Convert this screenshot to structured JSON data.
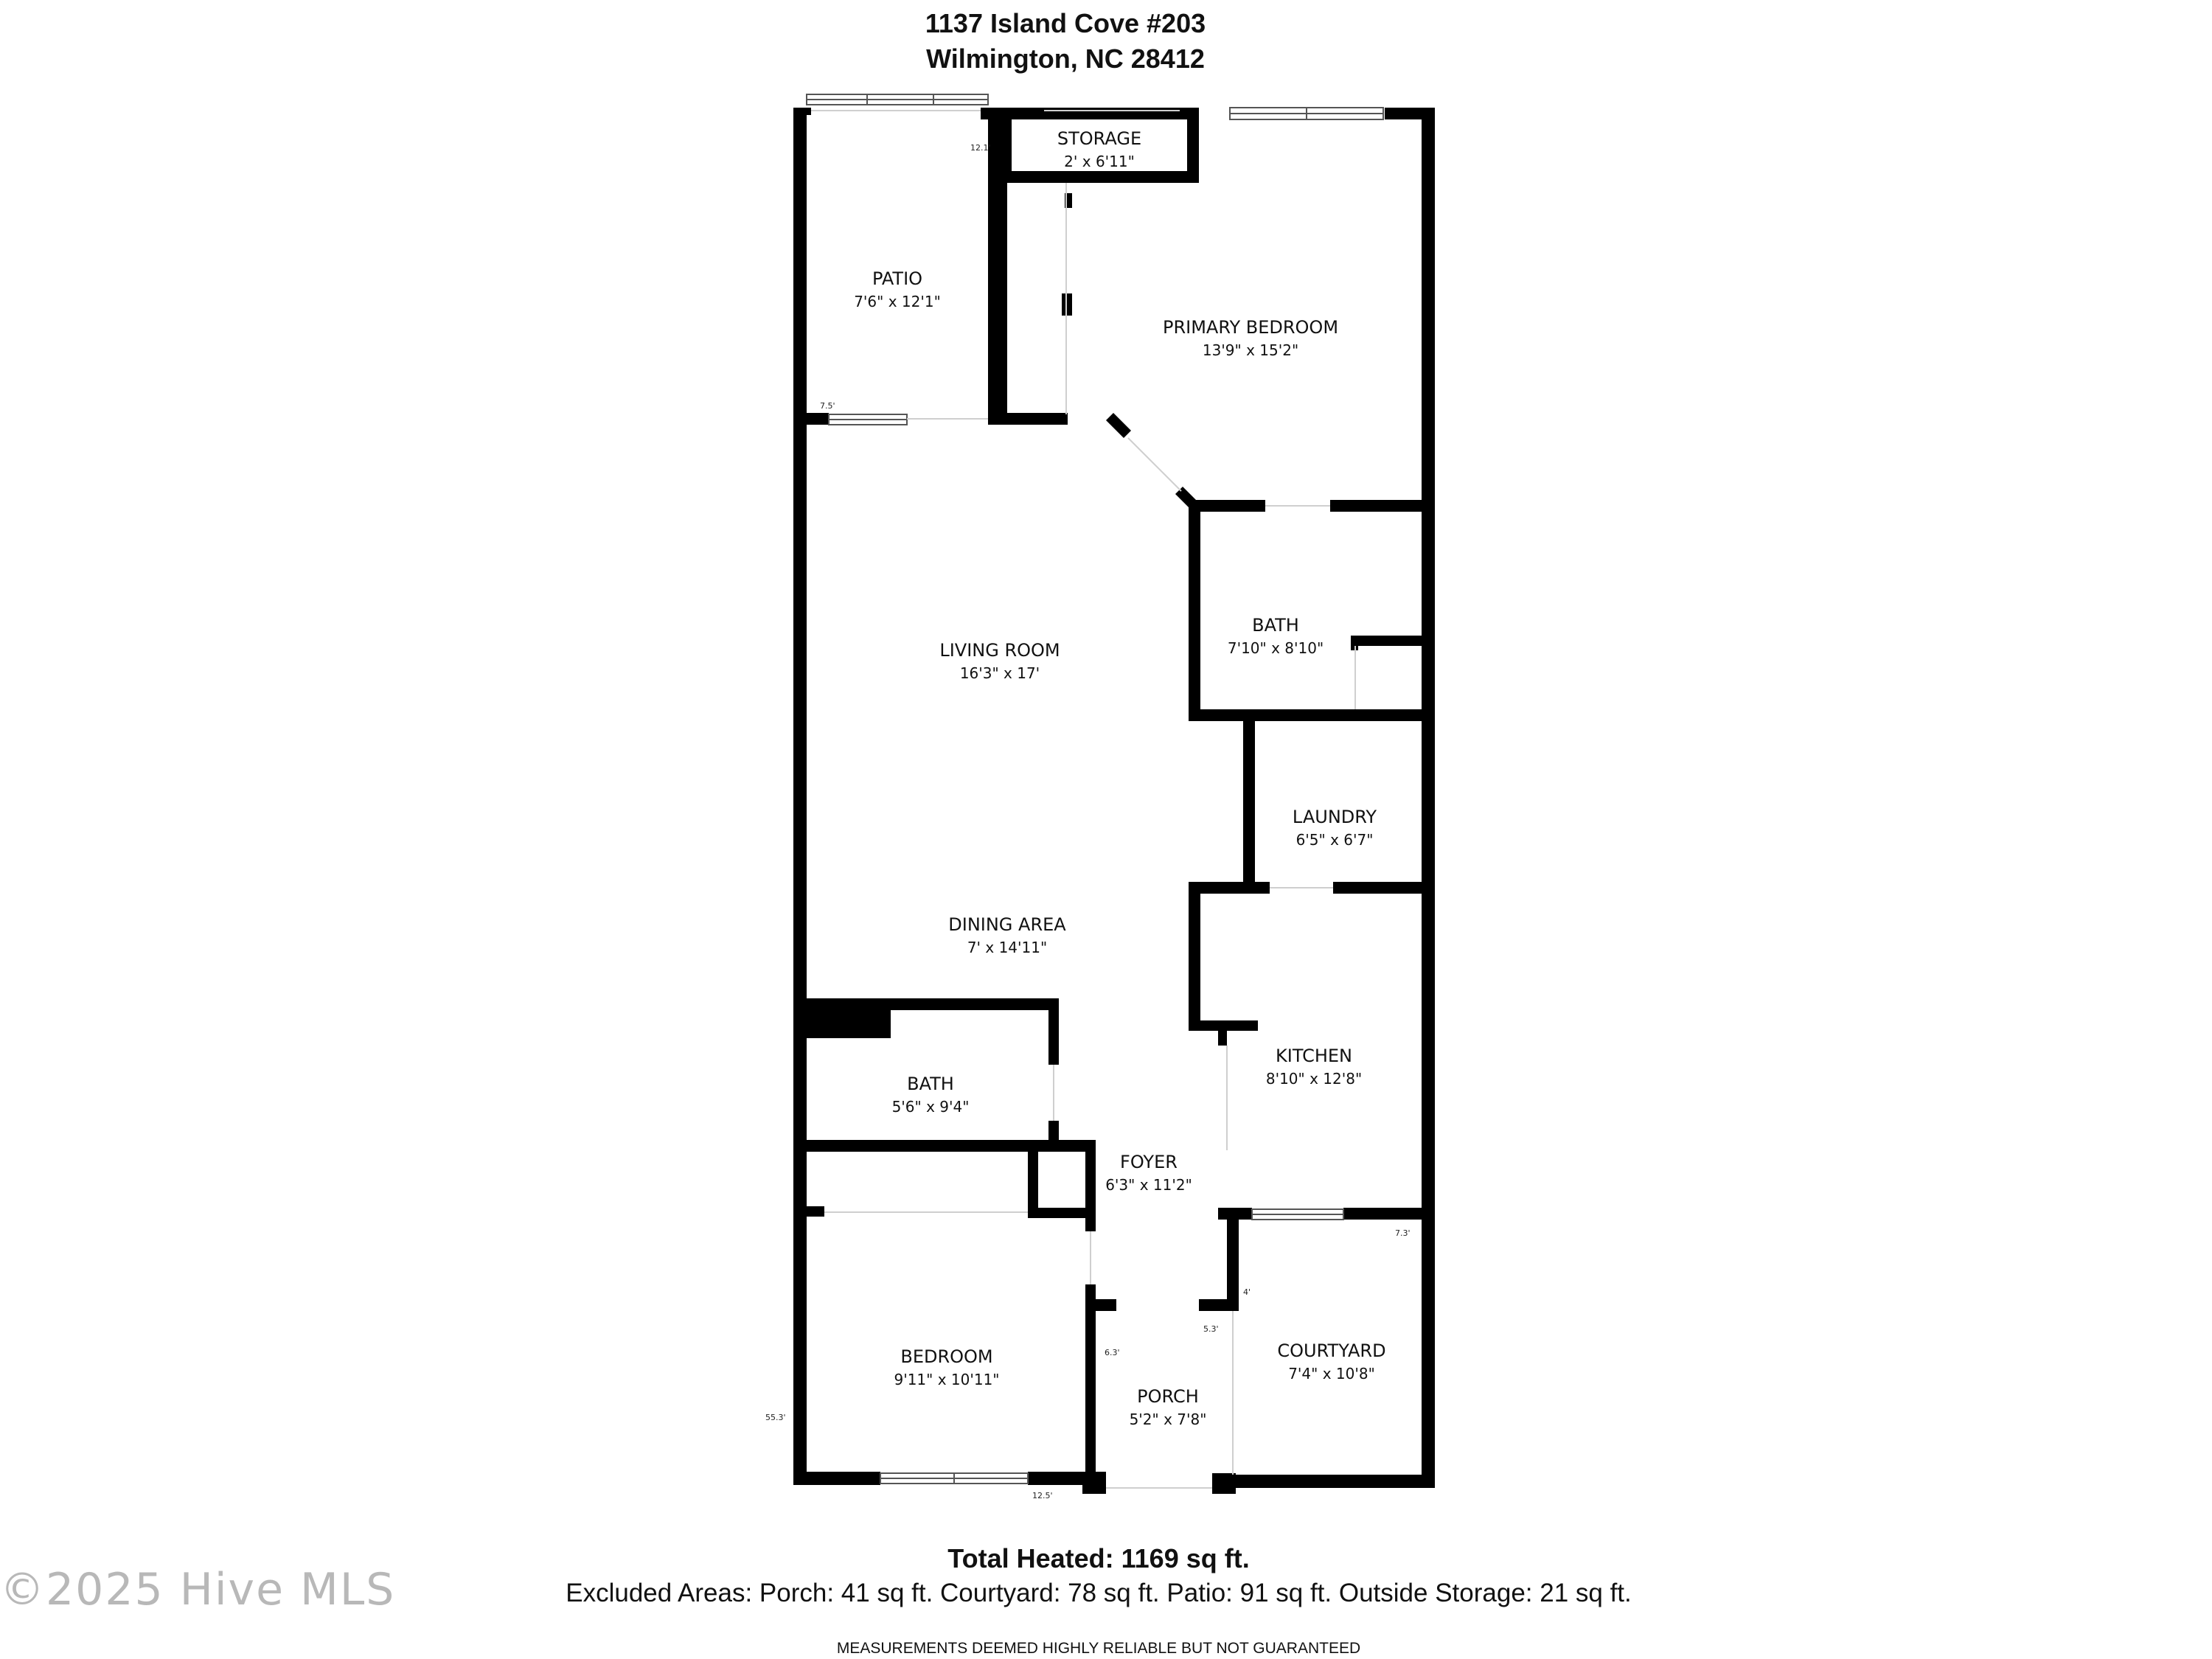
{
  "header": {
    "address_line1": "1137 Island Cove #203",
    "address_line2": "Wilmington, NC 28412"
  },
  "rooms": {
    "storage": {
      "name": "STORAGE",
      "dims": "2' x 6'11\""
    },
    "patio": {
      "name": "PATIO",
      "dims": "7'6\" x 12'1\""
    },
    "primary_bedroom": {
      "name": "PRIMARY BEDROOM",
      "dims": "13'9\" x 15'2\""
    },
    "living_room": {
      "name": "LIVING ROOM",
      "dims": "16'3\" x 17'"
    },
    "bath_primary": {
      "name": "BATH",
      "dims": "7'10\" x 8'10\""
    },
    "laundry": {
      "name": "LAUNDRY",
      "dims": "6'5\" x 6'7\""
    },
    "dining_area": {
      "name": "DINING AREA",
      "dims": "7' x 14'11\""
    },
    "kitchen": {
      "name": "KITCHEN",
      "dims": "8'10\" x 12'8\""
    },
    "bath_hall": {
      "name": "BATH",
      "dims": "5'6\" x 9'4\""
    },
    "foyer": {
      "name": "FOYER",
      "dims": "6'3\" x 11'2\""
    },
    "bedroom": {
      "name": "BEDROOM",
      "dims": "9'11\" x 10'11\""
    },
    "porch": {
      "name": "PORCH",
      "dims": "5'2\" x 7'8\""
    },
    "courtyard": {
      "name": "COURTYARD",
      "dims": "7'4\" x 10'8\""
    }
  },
  "measurements": {
    "patio_depth": "12.1'",
    "patio_width": "7.5'",
    "courtyard_width": "7.3'",
    "courtyard_notch": "4'",
    "porch_notch": "5.3'",
    "porch_side": "6.3'",
    "overall_length": "55.3'",
    "bottom_width": "12.5'"
  },
  "footer": {
    "total_heated": "Total Heated: 1169 sq ft.",
    "excluded_areas": "Excluded Areas: Porch: 41 sq ft. Courtyard: 78 sq ft. Patio: 91 sq ft. Outside Storage: 21 sq ft.",
    "disclaimer": "MEASUREMENTS DEEMED HIGHLY RELIABLE BUT NOT GUARANTEED"
  },
  "watermark": "©2025 Hive MLS",
  "colors": {
    "wall": "#000000",
    "window_frame": "#555555",
    "opening": "#cfcfcf"
  }
}
